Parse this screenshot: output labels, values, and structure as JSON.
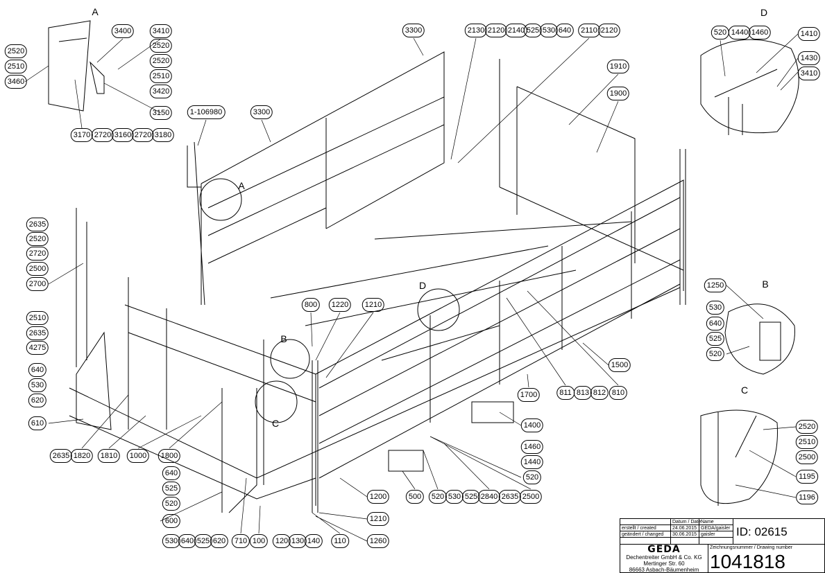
{
  "view_labels": [
    "A",
    "A",
    "D",
    "D",
    "B",
    "B",
    "C",
    "C"
  ],
  "balloons": [
    "2520",
    "2510",
    "3460",
    "3400",
    "3410",
    "2520",
    "2520",
    "2510",
    "3420",
    "3150",
    "3170",
    "2720",
    "3160",
    "2720",
    "3180",
    "3300",
    "2130",
    "2120",
    "2140",
    "525",
    "530",
    "640",
    "2110",
    "2120",
    "1910",
    "1900",
    "1-106980",
    "3300",
    "520",
    "1440",
    "1460",
    "1410",
    "1430",
    "3410",
    "2635",
    "2520",
    "2720",
    "2500",
    "2700",
    "2510",
    "2635",
    "4275",
    "640",
    "530",
    "620",
    "610",
    "800",
    "1220",
    "1210",
    "1250",
    "530",
    "640",
    "525",
    "520",
    "1500",
    "1700",
    "811",
    "813",
    "812",
    "810",
    "1400",
    "1460",
    "1440",
    "520",
    "2520",
    "2510",
    "2500",
    "1195",
    "1196",
    "2635",
    "1820",
    "1810",
    "1000",
    "1800",
    "640",
    "525",
    "520",
    "600",
    "530",
    "640",
    "525",
    "620",
    "710",
    "100",
    "120",
    "130",
    "140",
    "110",
    "1260",
    "1210",
    "1200",
    "500",
    "520",
    "530",
    "525",
    "2840",
    "2635",
    "2500"
  ],
  "title_block": {
    "date_header": "Datum / Date",
    "name_header": "Name",
    "created_label": "erstellt / created",
    "created_date": "24.06.2015",
    "created_name": "GEDA/gaisler",
    "changed_label": "geändert / changed",
    "changed_date": "30.06.2015",
    "changed_name": "gaisler",
    "id": "ID: 02615",
    "logo": "GEDA",
    "company_line1": "Dechentreiter GmbH & Co. KG",
    "company_line2": "Mertinger Str. 60",
    "company_line3": "86663 Asbach-Bäumenheim",
    "drawing_number_label": "Zeichnungsnummer / Drawing number",
    "drawing_number": "1041818"
  }
}
